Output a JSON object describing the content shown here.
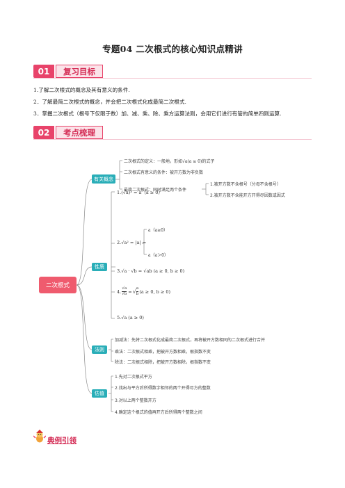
{
  "title": "专题04  二次根式的核心知识点精讲",
  "section1": {
    "num": "01",
    "label": "复习目标"
  },
  "objectives": [
    "1.了解二次根式的概念及其有意义的条件.",
    "2．了解最简二次根式的概念，并会把二次根式化成最简二次根式.",
    "3．掌握二次根式（根号下仅限于数）加、减、乘、除、乘方运算法则，会用它们进行有管的简单四则运算."
  ],
  "section2": {
    "num": "02",
    "label": "考点梳理"
  },
  "mindmap": {
    "root": "二次根式",
    "concept": {
      "label": "有关概念",
      "def_prefix": "二次根式的定义：一般地，形如",
      "def_math": "√a(a ≥ 0)",
      "def_suffix": "的式子",
      "meaning": "二次根式有意义的条件：被开方数为非负数",
      "simplest": "最简二次根式：同时满足两个条件",
      "cond1": "1.被开方数不含根号（分母不含根号）",
      "cond2": "2.被开方数不含能开方开得尽因数或因式"
    },
    "properties": {
      "label": "性质",
      "p1": "1.(√a)² = a（a ≥ 0）",
      "p2_prefix": "2.√a² = |a| =",
      "p2_case1": "a（a≥0）",
      "p2_case2": "a（a＞0）",
      "p3": "3.√a · √b = √ab (a ≥ 0, b ≥ 0)",
      "p4_prefix": "4.",
      "p4_num_left": "√a",
      "p4_den_left": "√b",
      "p4_num_right": "a",
      "p4_den_right": "b",
      "p4_cond": "(a ≥ 0, b ≥ 0)",
      "p5": "5.√a (a ≥ 0)"
    },
    "rules": {
      "label": "法则",
      "add": "加减法：先将二次根式化成最简二次根式，再将被开方数相同的二次根式进行合并",
      "mul": "乘法：二次根式相乘，把被开方数相乘，根指数不变",
      "div": "除法：二次根式相除，把被开方数相除，根指数不变"
    },
    "estimate": {
      "label": "估值",
      "s1": "1.先对二次根式平方",
      "s2": "2.找出与平方后所得数字相邻的两个开得尽方的整数",
      "s3": "3.对以上两个整数开方",
      "s4": "4.确定这个根式的值再开方后所得两个整数之间"
    }
  },
  "example": "典例引领",
  "colors": {
    "accent": "#e8436a",
    "node_teal": "#2aaeb8",
    "root_red": "#ef5b6e",
    "branch_gray": "#888888"
  }
}
